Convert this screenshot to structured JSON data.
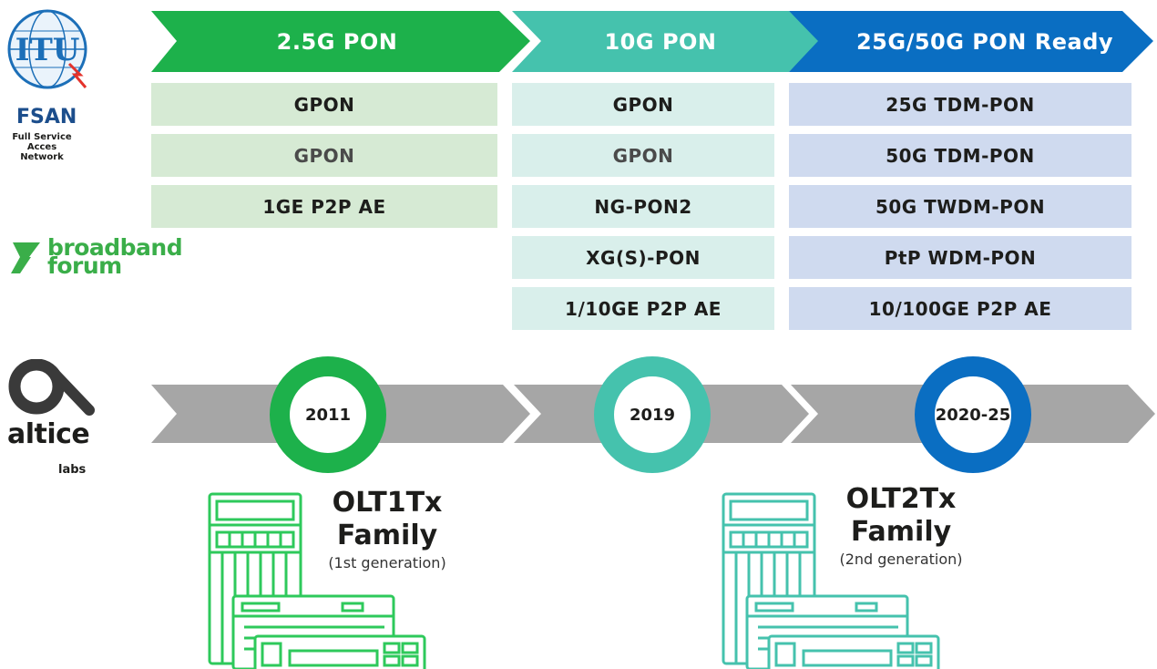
{
  "organizations": {
    "itu": {
      "logo_text": "ITU",
      "color": "#1c6fb8"
    },
    "fsan": {
      "name": "FSAN",
      "subtitle_line1": "Full Service",
      "subtitle_line2": "Acces Network"
    },
    "broadband_forum": {
      "line1": "broadband",
      "line2": "forum",
      "color": "#3aae49"
    },
    "altice": {
      "name": "altice",
      "sub": "labs"
    }
  },
  "generations": [
    {
      "label": "2.5G PON",
      "color": "#1db14b",
      "technologies": [
        "GPON",
        "GPON",
        "1GE P2P AE"
      ],
      "year": "2011"
    },
    {
      "label": "10G PON",
      "color": "#45c2ad",
      "technologies": [
        "GPON",
        "GPON",
        "NG-PON2",
        "XG(S)-PON",
        "1/10GE P2P AE"
      ],
      "year": "2019"
    },
    {
      "label": "25G/50G PON Ready",
      "color": "#0a6ec2",
      "technologies": [
        "25G TDM-PON",
        "50G TDM-PON",
        "50G TWDM-PON",
        "PtP WDM-PON",
        "10/100GE P2P AE"
      ],
      "year": "2020-25"
    }
  ],
  "families": [
    {
      "title_line1": "OLT1Tx",
      "title_line2": "Family",
      "subtitle": "(1st generation)",
      "color": "#2ec95b"
    },
    {
      "title_line1": "OLT2Tx",
      "title_line2": "Family",
      "subtitle": "(2nd generation)",
      "color": "#45c2ad"
    }
  ],
  "timeline_color": "#a6a6a6"
}
